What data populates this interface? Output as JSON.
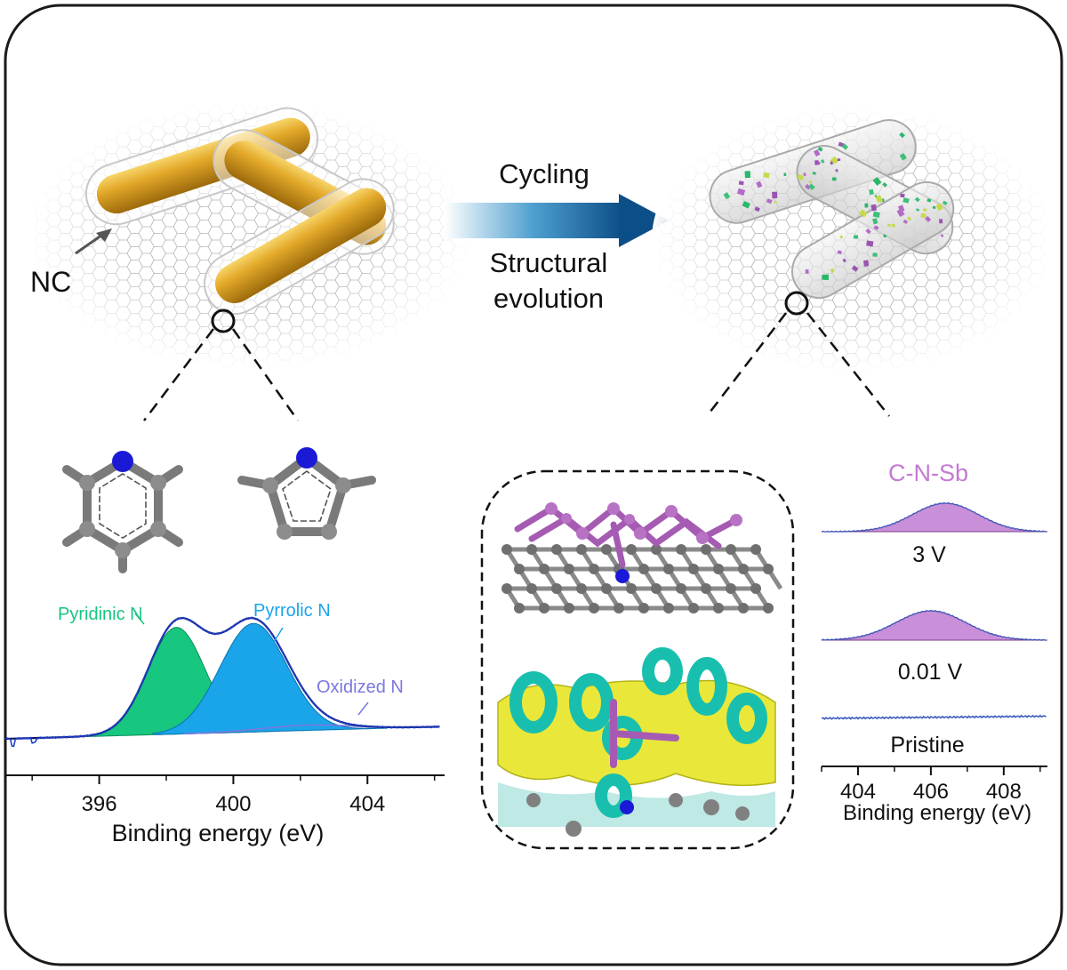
{
  "labels": {
    "nc": "NC",
    "cycling": "Cycling",
    "structural_line1": "Structural",
    "structural_line2": "evolution"
  },
  "left_spectrum": {
    "peak_labels": {
      "pyridinic": "Pyridinic N",
      "pyrrolic": "Pyrrolic N",
      "oxidized": "Oxidized N"
    },
    "xlabel": "Binding energy (eV)",
    "ticks": [
      "396",
      "400",
      "404"
    ],
    "xlim": [
      393.2,
      406.3
    ],
    "colors": {
      "pyridinic": "#17c67f",
      "pyrrolic": "#1aa4ea",
      "oxidized": "#7b78e0",
      "envelope": "#12135f"
    }
  },
  "right_spectrum": {
    "species_label": "C-N-Sb",
    "traces": [
      "3 V",
      "0.01 V",
      "Pristine"
    ],
    "xlabel": "Binding energy (eV)",
    "ticks": [
      "404",
      "406",
      "408"
    ],
    "xlim": [
      403.0,
      409.2
    ],
    "colors": {
      "cnsb": "#c98fd8",
      "label": "#c47ad3"
    }
  }
}
